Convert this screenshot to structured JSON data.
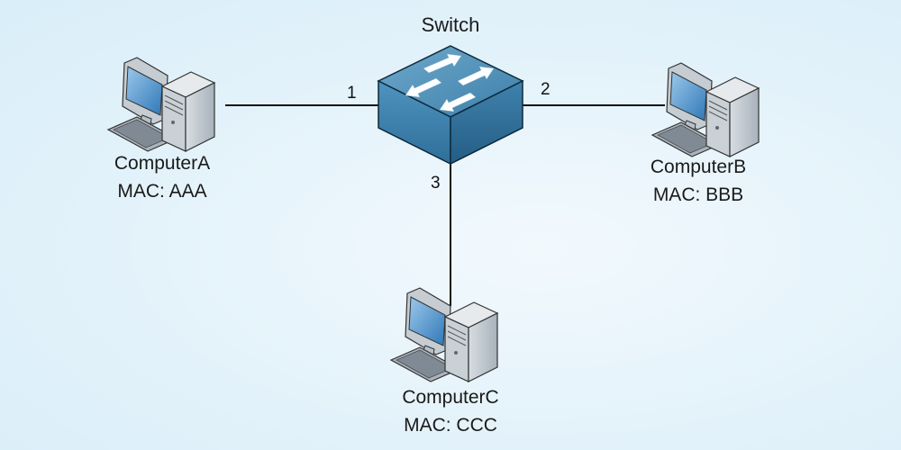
{
  "diagram": {
    "switch": {
      "name": "Switch",
      "icon": "switch-icon",
      "color": "#3f86b2"
    },
    "ports": [
      {
        "number": "1",
        "connects_to": "ComputerA"
      },
      {
        "number": "2",
        "connects_to": "ComputerB"
      },
      {
        "number": "3",
        "connects_to": "ComputerC"
      }
    ],
    "computers": [
      {
        "name": "ComputerA",
        "mac": "MAC: AAA",
        "icon": "computer-icon"
      },
      {
        "name": "ComputerB",
        "mac": "MAC: BBB",
        "icon": "computer-icon"
      },
      {
        "name": "ComputerC",
        "mac": "MAC: CCC",
        "icon": "computer-icon"
      }
    ]
  }
}
